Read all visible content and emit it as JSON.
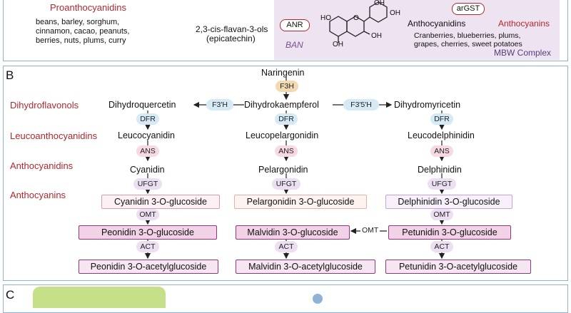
{
  "panelA": {
    "proantho_title": "Proanthocyanidins",
    "sources": [
      "beans, barley, sorghum,",
      "cinnamon, cacao, peanuts,",
      "berries, nuts, plums, curry"
    ],
    "flavanol_line1": "2,3-cis-flavan-3-ols",
    "flavanol_line2": "(epicatechin)",
    "anr": "ANR",
    "ban": "BAN",
    "argst": "arGST",
    "anthocyanidins": "Anthocyanidins",
    "anthocyanins": "Anthocyanins",
    "berries_line1": "Cranberries, blueberries, plums,",
    "berries_line2": "grapes, cherries, sweet potatoes",
    "mbw": "MBW Complex",
    "structure_labels": {
      "ho_left": "HO",
      "oh_top1": "OH",
      "oh_top2": "OH",
      "oh_right": "OH",
      "oh_bottom": "OH",
      "ring_o": "O"
    }
  },
  "panelB": {
    "label": "B",
    "categories": [
      "Dihydroflavonols",
      "Leucoanthocyanidins",
      "Anthocyanidins",
      "Anthocyanins"
    ],
    "naringenin": "Naringenin",
    "f3h": "F3H",
    "f3prime_h": "F3'H",
    "f35prime_h": "F3'5'H",
    "dihydroquercetin": "Dihydroquercetin",
    "dihydrokaempferol": "Dihydrokaempferol",
    "dihydromyricetin": "Dihydromyricetin",
    "dfr": "DFR",
    "ans": "ANS",
    "ufgt": "UFGT",
    "omt": "OMT",
    "act": "ACT",
    "leucocyanidin": "Leucocyanidin",
    "leucopelargonidin": "Leucopelargonidin",
    "leucodelphinidin": "Leucodelphinidin",
    "cyanidin": "Cyanidin",
    "pelargonidin": "Pelargonidin",
    "delphinidin": "Delphinidin",
    "cyanidin_glc": "Cyanidin 3-O-glucoside",
    "pelargonidin_glc": "Pelargonidin 3-O-glucoside",
    "delphinidin_glc": "Delphinidin 3-O-glucoside",
    "peonidin_glc": "Peonidin 3-O-glucoside",
    "malvidin_glc": "Malvidin 3-O-glucoside",
    "petunidin_glc": "Petunidin 3-O-glucoside",
    "peonidin_acetyl": "Peonidin 3-O-acetylglucoside",
    "malvidin_acetyl": "Malvidin 3-O-acetylglucoside",
    "petunidin_acetyl": "Petunidin 3-O-acetylglucoside"
  },
  "panelC": {
    "label": "C"
  },
  "colors": {
    "panel_border": "#8fb2d6",
    "accent_red": "#b3282d",
    "f3h_fill": "#f3d9b0",
    "hydroxylase_fill": "#d6eaf6",
    "enzyme_pink": "#f7d9e3",
    "enzyme_lavender": "#ecdff2",
    "mbw_fill": "#ede3f1",
    "glucoside_border": "#d79cb4",
    "methyl_fill": "#f1d2e6",
    "methyl_border": "#8c3a78",
    "acetyl_fill": "#f6e6f1"
  }
}
